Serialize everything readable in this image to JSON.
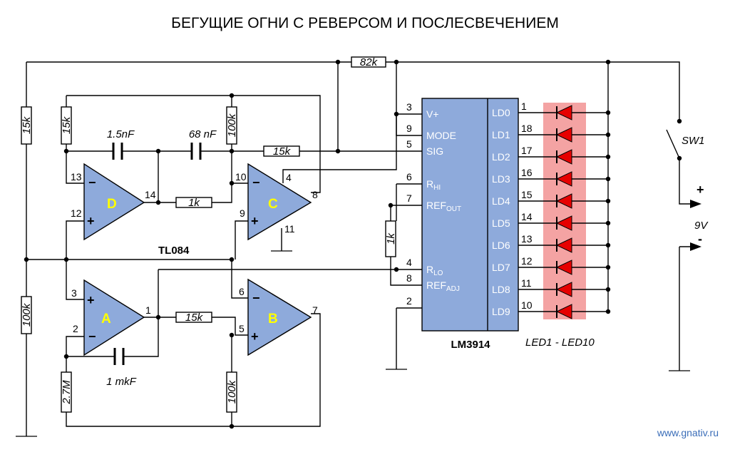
{
  "title": "БЕГУЩИЕ ОГНИ С РЕВЕРСОМ И ПОСЛЕСВЕЧЕНИЕМ",
  "website": "www.gnativ.ru",
  "colors": {
    "opamp_fill": "#8eaadb",
    "ic_fill": "#8eaadb",
    "led_band": "#f4a3a3",
    "led_red": "#e60000",
    "opamp_label": "#ffff00"
  },
  "resistors": {
    "r82k": "82k",
    "r15k_left": "15k",
    "r15k_d": "15k",
    "r100k_c": "100k",
    "r15k_sig": "15k",
    "r1k_dc": "1k",
    "r1k_ref": "1k",
    "r15k_ab": "15k",
    "r100k_left": "100k",
    "r2m7": "2.7M",
    "r100k_b": "100k"
  },
  "capacitors": {
    "c1": "1.5nF",
    "c2": "68 nF",
    "c3": "1 mkF"
  },
  "opamps": {
    "D": {
      "label": "D",
      "in_minus": "13",
      "in_plus": "12",
      "out": "14"
    },
    "C": {
      "label": "C",
      "in_minus": "10",
      "in_plus": "9",
      "out": "8",
      "vcc": "4",
      "gnd": "11"
    },
    "A": {
      "label": "A",
      "in_plus": "3",
      "in_minus": "2",
      "out": "1"
    },
    "B": {
      "label": "B",
      "in_minus": "6",
      "in_plus": "5",
      "out": "7"
    },
    "part": "TL084"
  },
  "lm3914": {
    "part": "LM3914",
    "left_pins": [
      {
        "num": "3",
        "name": "V+"
      },
      {
        "num": "9",
        "name": "MODE"
      },
      {
        "num": "5",
        "name": "SIG"
      },
      {
        "num": "6",
        "name": "R",
        "sub": "HI"
      },
      {
        "num": "7",
        "name": "REF",
        "sub": "OUT"
      },
      {
        "num": "4",
        "name": "R",
        "sub": "LO"
      },
      {
        "num": "8",
        "name": "REF",
        "sub": "ADJ"
      },
      {
        "num": "2",
        "name": ""
      }
    ],
    "right_pins": [
      {
        "name": "LD0",
        "num": "1"
      },
      {
        "name": "LD1",
        "num": "18"
      },
      {
        "name": "LD2",
        "num": "17"
      },
      {
        "name": "LD3",
        "num": "16"
      },
      {
        "name": "LD4",
        "num": "15"
      },
      {
        "name": "LD5",
        "num": "14"
      },
      {
        "name": "LD6",
        "num": "13"
      },
      {
        "name": "LD7",
        "num": "12"
      },
      {
        "name": "LD8",
        "num": "11"
      },
      {
        "name": "LD9",
        "num": "10"
      }
    ]
  },
  "leds_label": "LED1 - LED10",
  "switch": "SW1",
  "battery": {
    "voltage": "9V",
    "plus": "+",
    "minus": "-"
  }
}
